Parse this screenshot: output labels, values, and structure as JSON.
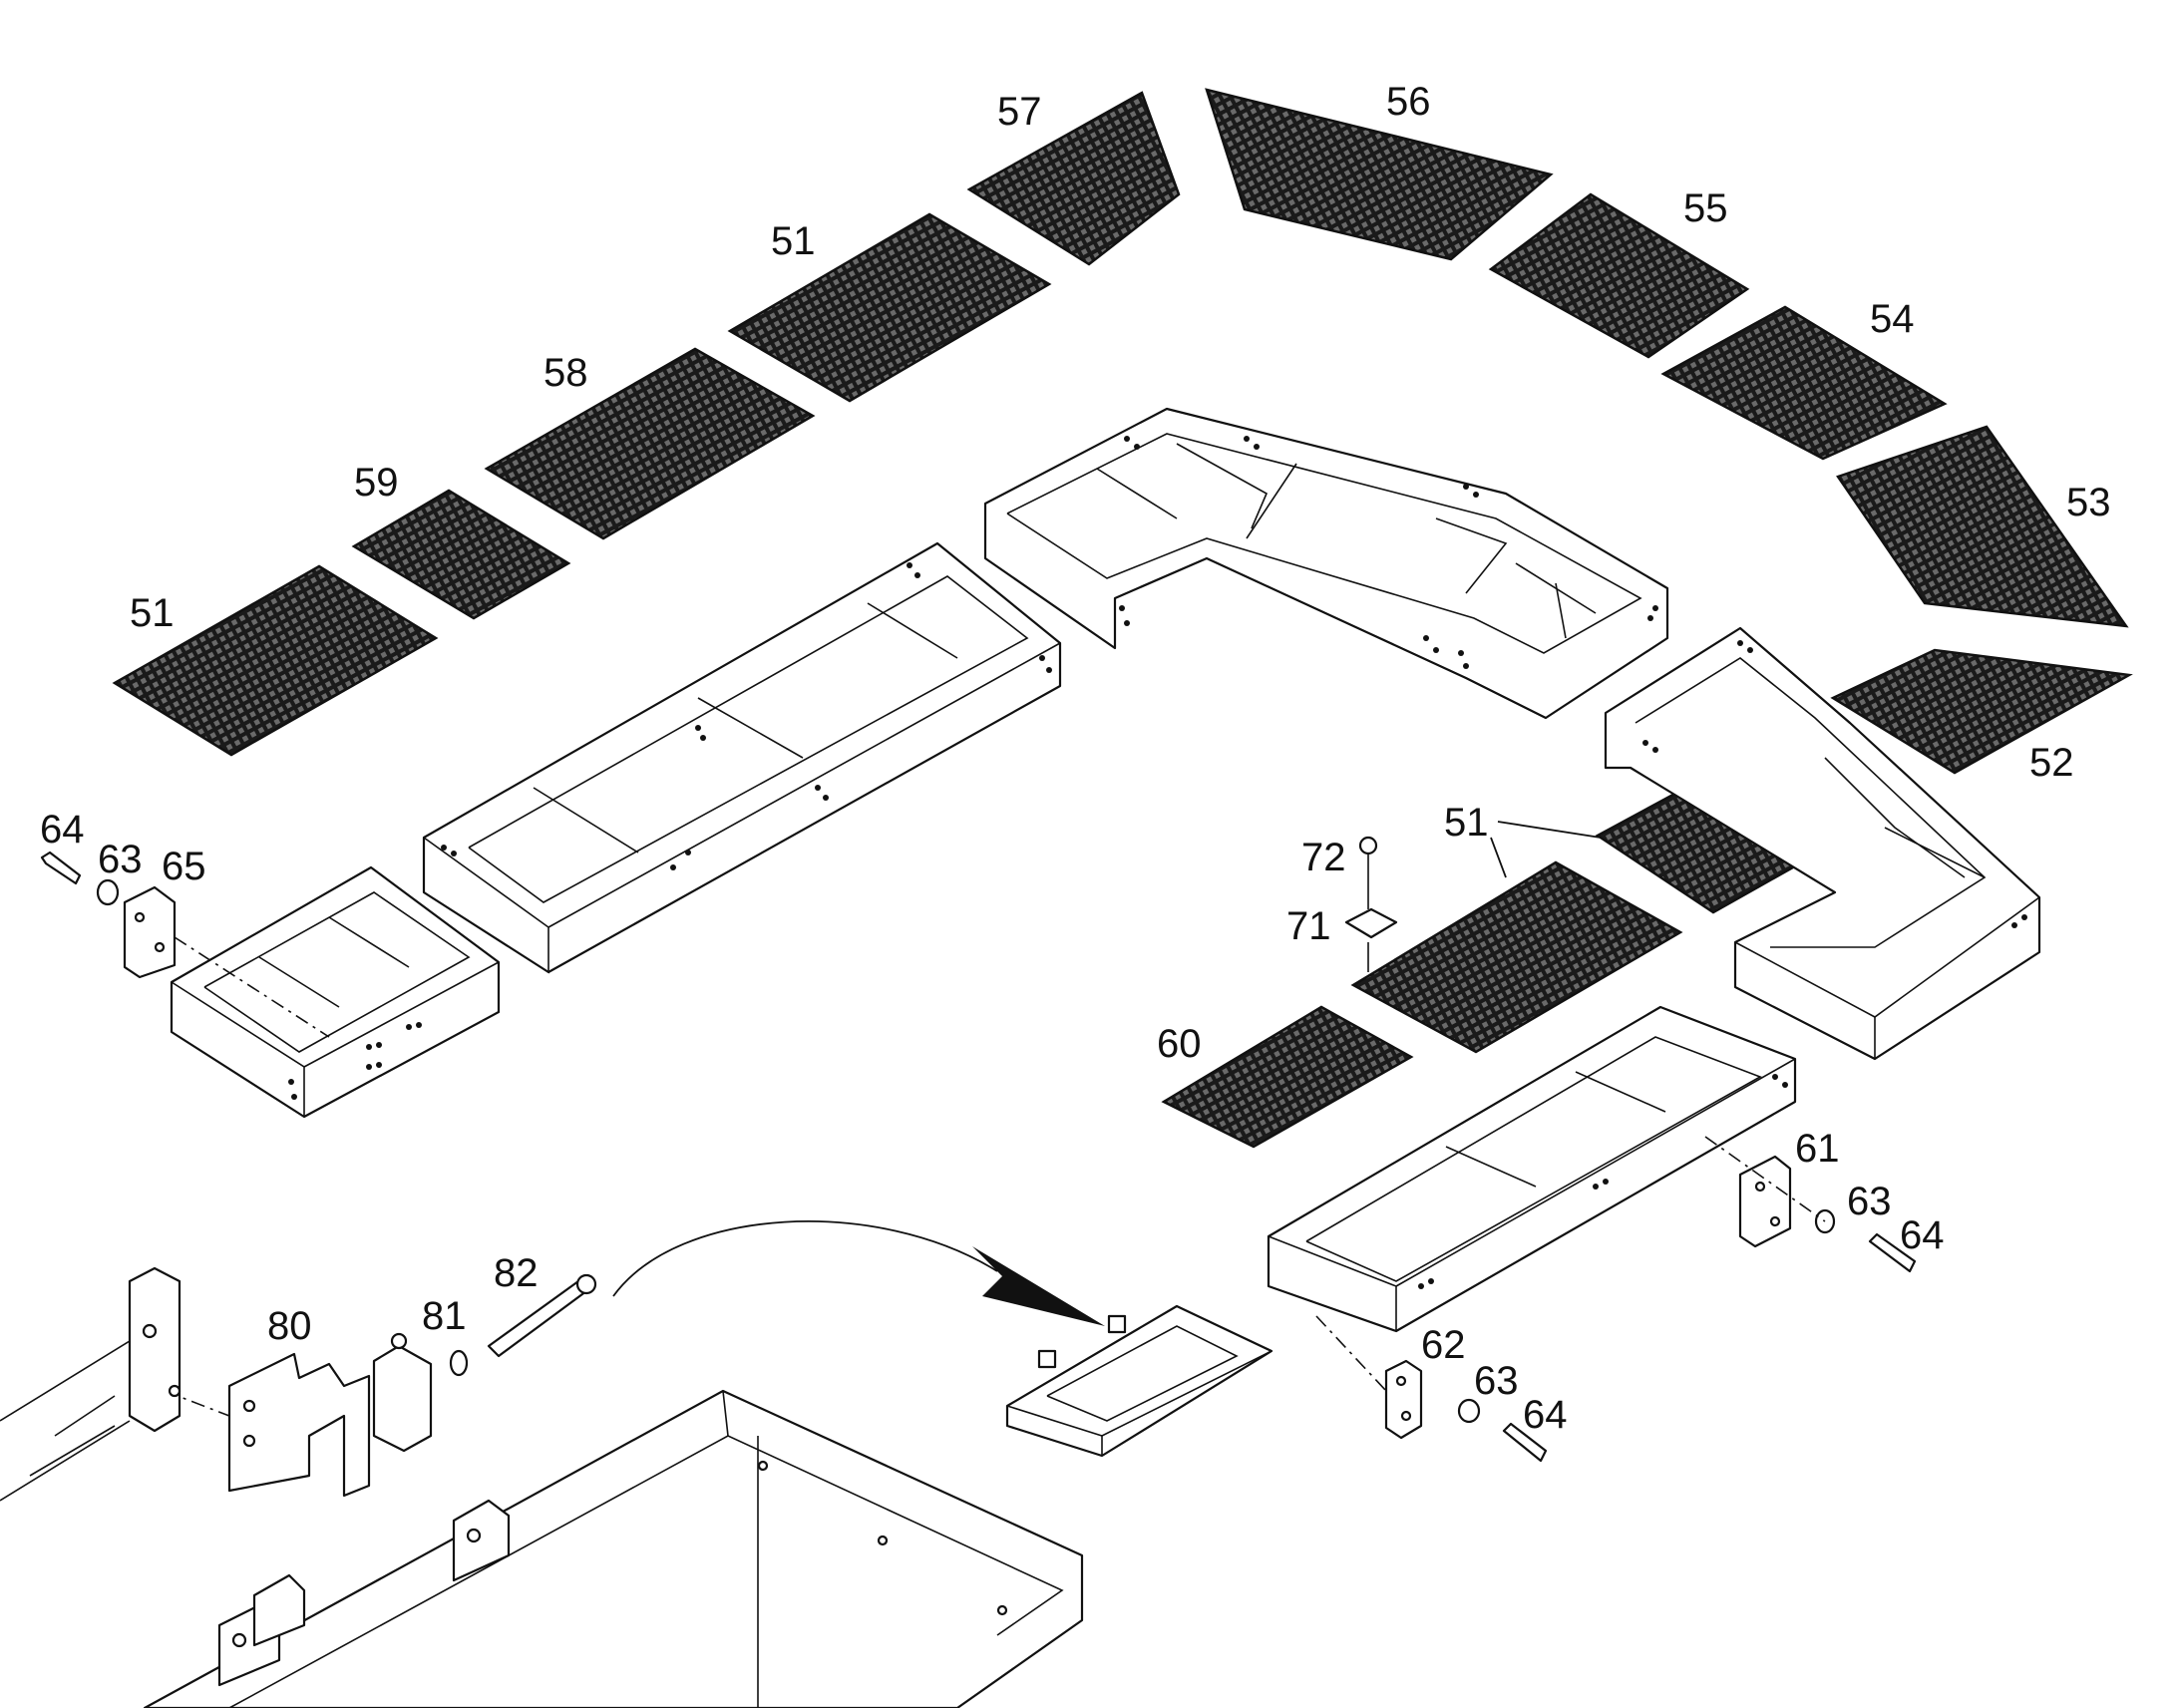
{
  "callouts": {
    "c57": "57",
    "c56": "56",
    "c55": "55",
    "c54": "54",
    "c53": "53",
    "c52": "52",
    "c51_top": "51",
    "c58": "58",
    "c59": "59",
    "c51_left": "51",
    "c51_mid": "51",
    "c72": "72",
    "c71": "71",
    "c60": "60",
    "c64_left": "64",
    "c63_left": "63",
    "c65": "65",
    "c61": "61",
    "c63_r1": "63",
    "c64_r1": "64",
    "c62": "62",
    "c63_r2": "63",
    "c64_r2": "64",
    "c80": "80",
    "c81": "81",
    "c82": "82"
  },
  "colors": {
    "ink": "#111111",
    "grating": "#1a1a1a",
    "background": "#ffffff"
  }
}
